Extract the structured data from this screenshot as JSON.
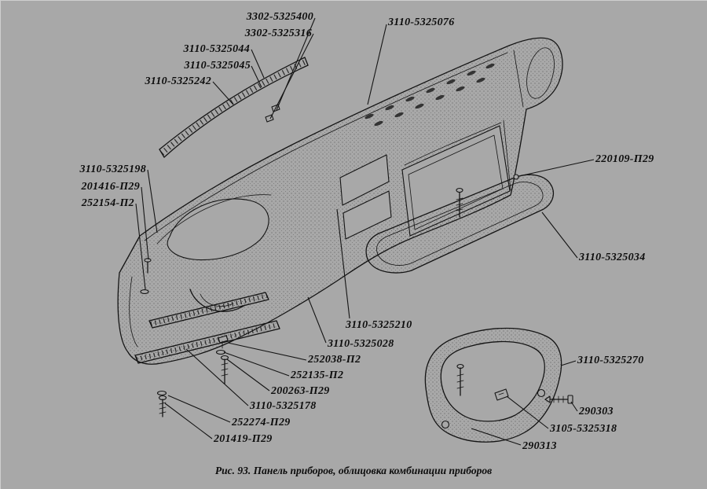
{
  "figure": {
    "caption": "Рис. 93. Панель приборов, облицовка комбинации приборов",
    "colors": {
      "background": "#a8a8a8",
      "line": "#141414"
    }
  },
  "labels": [
    {
      "text": "3302-5325400"
    },
    {
      "text": "3302-5325316"
    },
    {
      "text": "3110-5325044"
    },
    {
      "text": "3110-5325045"
    },
    {
      "text": "3110-5325242"
    },
    {
      "text": "3110-5325076"
    },
    {
      "text": "3110-5325198"
    },
    {
      "text": "201416-П29"
    },
    {
      "text": "252154-П2"
    },
    {
      "text": "220109-П29"
    },
    {
      "text": "3110-5325034"
    },
    {
      "text": "3110-5325210"
    },
    {
      "text": "3110-5325028"
    },
    {
      "text": "252038-П2"
    },
    {
      "text": "252135-П2"
    },
    {
      "text": "200263-П29"
    },
    {
      "text": "3110-5325178"
    },
    {
      "text": "252274-П29"
    },
    {
      "text": "201419-П29"
    },
    {
      "text": "3110-5325270"
    },
    {
      "text": "290303"
    },
    {
      "text": "3105-5325318"
    },
    {
      "text": "290313"
    }
  ]
}
